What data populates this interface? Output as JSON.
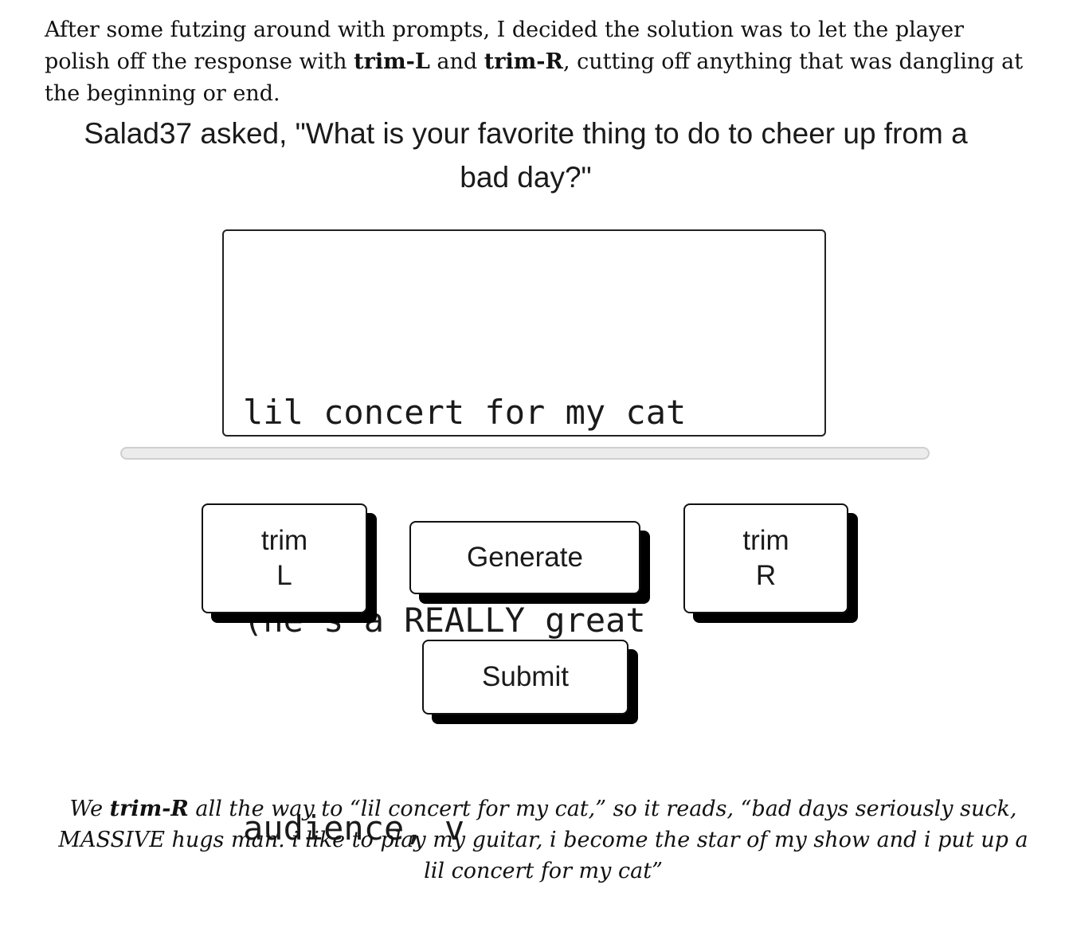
{
  "intro": {
    "part1": "After some futzing around with prompts, I decided the solution was to let the player polish off the response with ",
    "bold1": "trim-L",
    "part2": " and ",
    "bold2": "trim-R",
    "part3": ", cutting off anything that was dangling at the beginning or end."
  },
  "game": {
    "question": "Salad37 asked, \"What is your favorite thing to do to cheer up from a bad day?\"",
    "response_lines": [
      "lil concert for my cat",
      "(he's a REALLY great",
      "audience, v"
    ],
    "buttons": {
      "trim_l": [
        "trim",
        "L"
      ],
      "generate": "Generate",
      "trim_r": [
        "trim",
        "R"
      ],
      "submit": "Submit"
    }
  },
  "caption": {
    "part1": "We ",
    "bold": "trim-R",
    "part2": " all the way to “lil concert for my cat,” so it reads, “bad days seriously suck, MASSIVE hugs man. i like to play my guitar, i become the star of my show and i put up a lil concert for my cat”"
  }
}
